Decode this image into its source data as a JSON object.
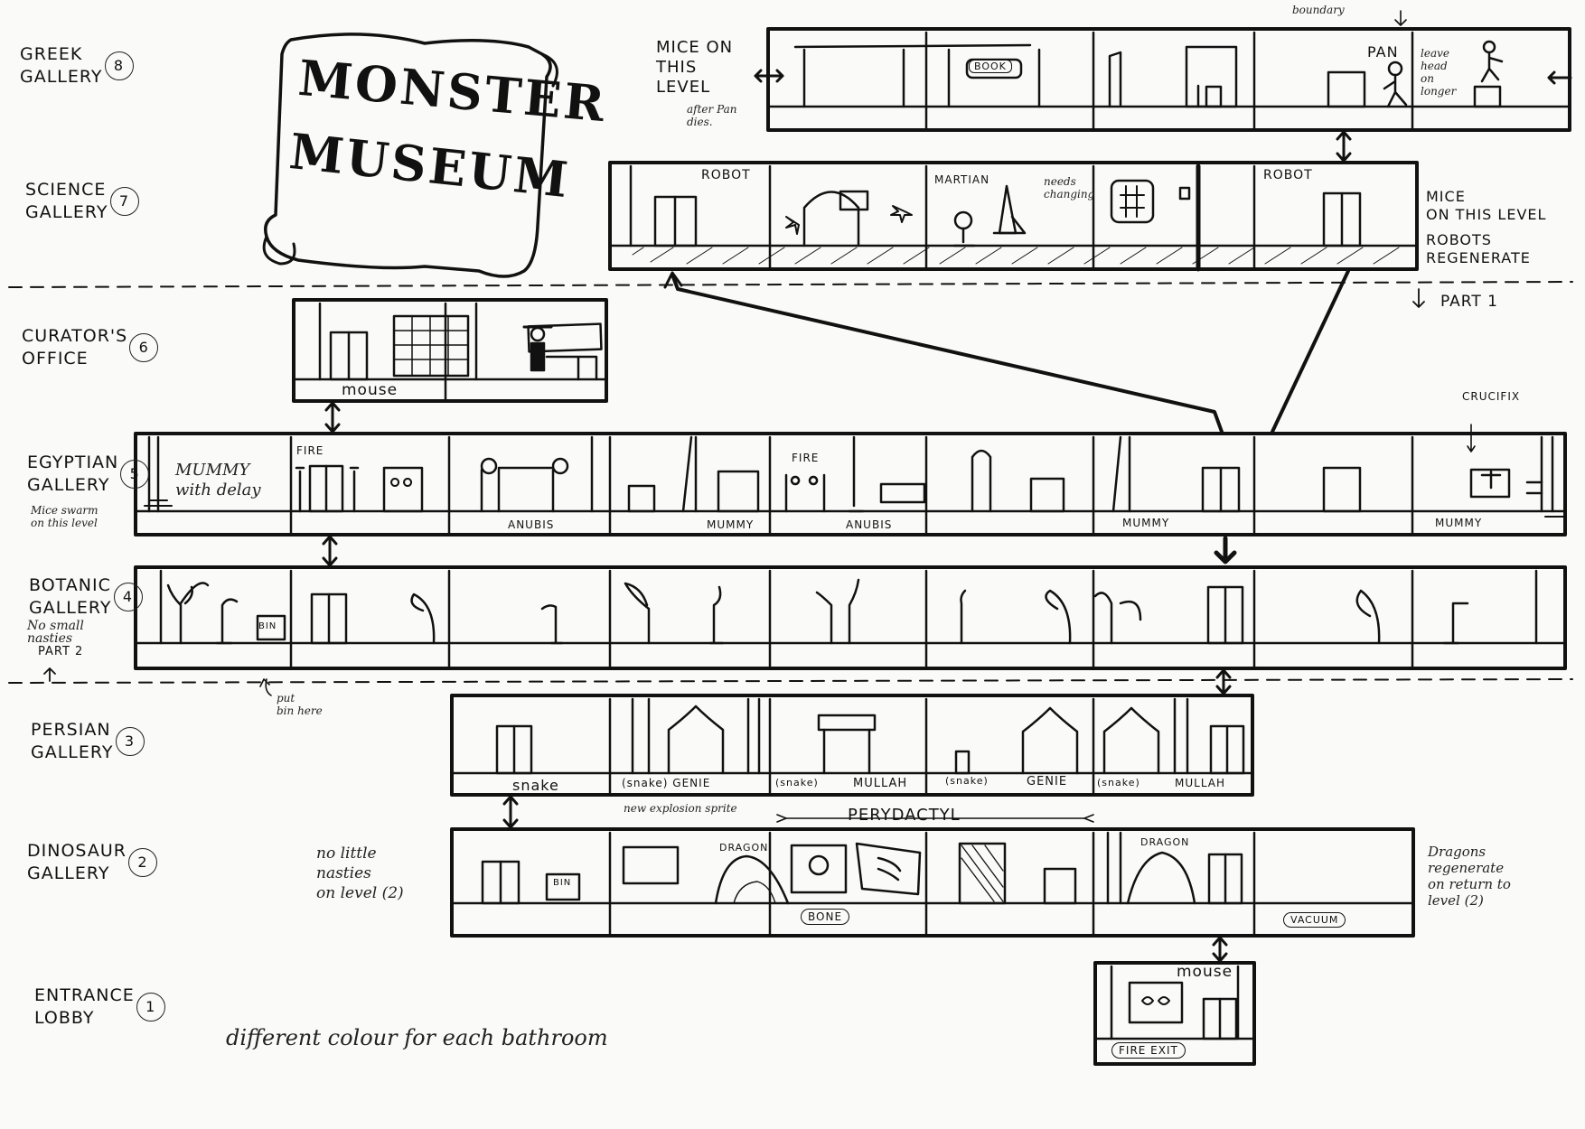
{
  "title": {
    "line1": "MONSTER",
    "line2": "MUSEUM"
  },
  "levels": [
    {
      "id": "greek",
      "name": "GREEK\nGALLERY",
      "number": "8"
    },
    {
      "id": "science",
      "name": "SCIENCE\nGALLERY",
      "number": "7"
    },
    {
      "id": "curator",
      "name": "CURATOR'S\nOFFICE",
      "number": "6"
    },
    {
      "id": "egyptian",
      "name": "EGYPTIAN\nGALLERY",
      "number": "5"
    },
    {
      "id": "botanic",
      "name": "BOTANIC\nGALLERY",
      "number": "4"
    },
    {
      "id": "persian",
      "name": "PERSIAN\nGALLERY",
      "number": "3"
    },
    {
      "id": "dinosaur",
      "name": "DINOSAUR\nGALLERY",
      "number": "2"
    },
    {
      "id": "entrance",
      "name": "ENTRANCE\nLOBBY",
      "number": "1"
    }
  ],
  "notes": {
    "mice_greek": "MICE ON\nTHIS\nLEVEL",
    "mice_greek_sub": "after Pan\ndies.",
    "boundary": "boundary",
    "pan": "PAN",
    "leave_head": "leave\nhead\non\nlonger",
    "mice_science": "MICE\nON THIS LEVEL",
    "robots_regen": "ROBOTS\nREGENERATE",
    "needs_changing": "needs\nchanging",
    "part1": "PART 1",
    "part2": "PART 2",
    "crucifix": "CRUCIFIX",
    "mummy_delay": "MUMMY\nwith delay",
    "mice_swarm": "Mice swarm\non this level",
    "no_small_nasties": "No small\nnasties",
    "put_bin": "put\nbin here",
    "new_explosion": "new explosion sprite",
    "no_little_nasties": "no little\nnasties\non level (2)",
    "dragons_regen": "Dragons\nregenerate\non return to\nlevel (2)",
    "different_colour": "different colour for each bathroom"
  },
  "room_labels": {
    "book": "BOOK",
    "robot1": "ROBOT",
    "martian": "MARTIAN",
    "robot2": "ROBOT",
    "mouse_office": "mouse",
    "fire1": "FIRE",
    "fire2": "FIRE",
    "anubis1": "ANUBIS",
    "mummy1": "MUMMY",
    "anubis2": "ANUBIS",
    "mummy2": "MUMMY",
    "mummy3": "MUMMY",
    "bin_botanic": "BIN",
    "snake": "snake",
    "snake_genie1": "(snake) GENIE",
    "snake_mullah1": "(snake)",
    "mullah1": "MULLAH",
    "snake_genie2": "(snake)",
    "genie2": "GENIE",
    "snake_mullah2": "(snake)",
    "mullah2": "MULLAH",
    "pterodactyl": "PERYDACTYL",
    "bin_dino": "BIN",
    "dragon1": "DRAGON",
    "bone": "BONE",
    "dragon2": "DRAGON",
    "vacuum": "VACUUM",
    "mouse_lobby": "mouse",
    "fire_exit": "FIRE EXIT"
  }
}
